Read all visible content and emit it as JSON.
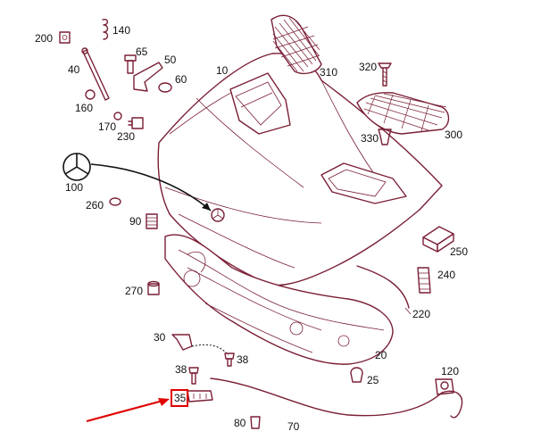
{
  "callouts": {
    "p10": "10",
    "p20": "20",
    "p25": "25",
    "p30": "30",
    "p35": "35",
    "p38a": "38",
    "p38b": "38",
    "p40": "40",
    "p50": "50",
    "p60": "60",
    "p65": "65",
    "p70": "70",
    "p80": "80",
    "p90": "90",
    "p100": "100",
    "p120": "120",
    "p140": "140",
    "p160": "160",
    "p170": "170",
    "p200": "200",
    "p220": "220",
    "p230": "230",
    "p240": "240",
    "p250": "250",
    "p260": "260",
    "p270": "270",
    "p300": "300",
    "p310": "310",
    "p320": "320",
    "p330": "330"
  },
  "highlight": {
    "part": "35",
    "color": "#e00000"
  },
  "colors": {
    "line_art": "#7a1f35",
    "labels": "#111111",
    "highlight": "#e00000"
  }
}
